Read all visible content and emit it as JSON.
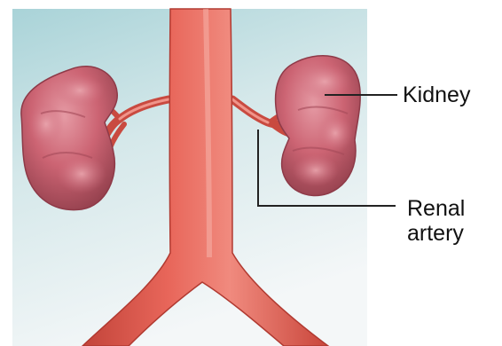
{
  "labels": {
    "kidney": "Kidney",
    "renal_line1": "Renal",
    "renal_line2": "artery"
  },
  "colors": {
    "background_light": "#f4f7f8",
    "background_tint": "#a9d3d8",
    "artery": "#e2554a",
    "artery_dark": "#b73a31",
    "artery_highlight": "#f3a096",
    "kidney": "#c95f6e",
    "kidney_dark": "#8e3a48",
    "kidney_highlight": "#e59aa4",
    "leader_line": "#222222",
    "label_text": "#111111"
  }
}
